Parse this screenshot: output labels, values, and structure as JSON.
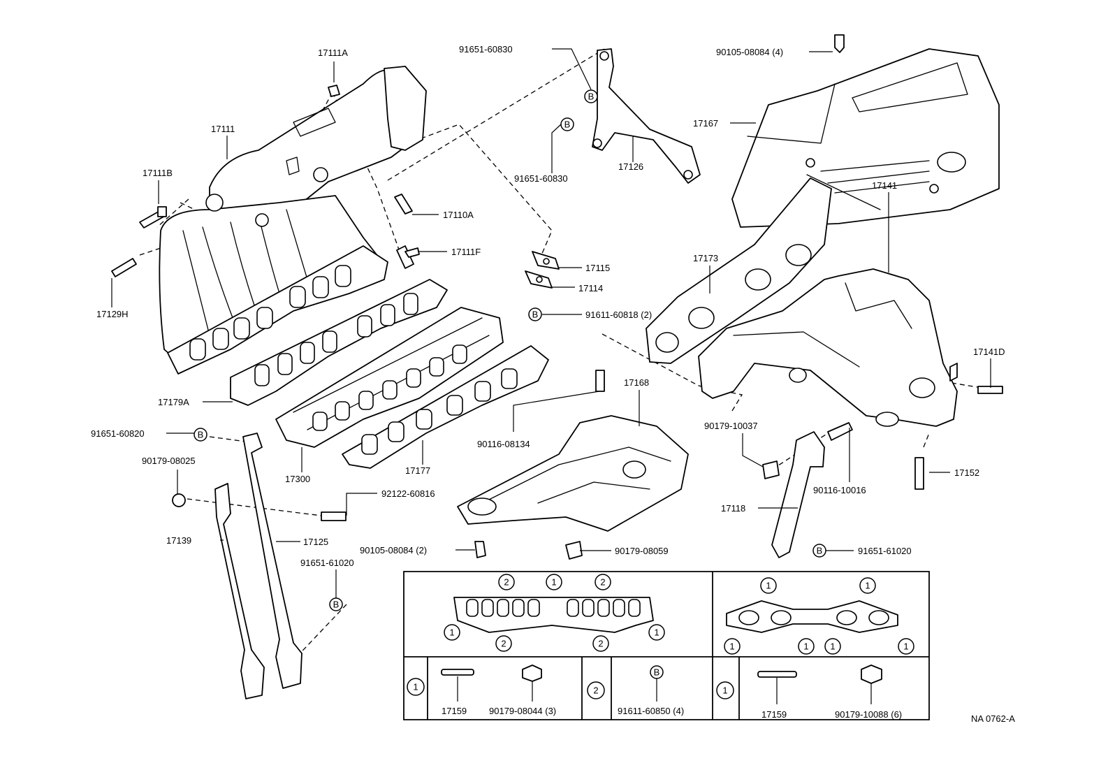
{
  "diagram_code": "NA 0762-A",
  "labels": {
    "p17111A": "17111A",
    "p17111": "17111",
    "p17111B": "17111B",
    "p17129H": "17129H",
    "p17110A": "17110A",
    "p17111F": "17111F",
    "p17179A": "17179A",
    "p17300": "17300",
    "p17177": "17177",
    "p91651_60830_top": "91651-60830",
    "p91651_60830_mid": "91651-60830",
    "p17126": "17126",
    "p17115": "17115",
    "p17114": "17114",
    "p91611_60818": "91611-60818 (2)",
    "p90105_08084_4": "90105-08084 (4)",
    "p17167": "17167",
    "p17173": "17173",
    "p17141": "17141",
    "p17141D": "17141D",
    "p17168": "17168",
    "p90116_08134": "90116-08134",
    "p90179_10037": "90179-10037",
    "p90116_10016": "90116-10016",
    "p17152": "17152",
    "p17118": "17118",
    "p91651_61020_right": "91651-61020",
    "p91651_60820": "91651-60820",
    "p90179_08025": "90179-08025",
    "p92122_60816": "92122-60816",
    "p17139": "17139",
    "p17125": "17125",
    "p91651_61020_left": "91651-61020",
    "p90105_08084_2": "90105-08084 (2)",
    "p90179_08059": "90179-08059"
  },
  "bolt_marker": "B",
  "legend": {
    "intake_gasket_callouts": [
      "2",
      "1",
      "2",
      "1",
      "1",
      "2",
      "2"
    ],
    "exhaust_gasket_callouts": [
      "1",
      "1",
      "1",
      "1",
      "1",
      "1"
    ],
    "group1_key": "1",
    "group1_stud": "17159",
    "group1_nut": "90179-08044 (3)",
    "group2_key": "2",
    "group2_bolt_marker": "B",
    "group2_bolt": "91611-60850 (4)",
    "group3_key": "1",
    "group3_stud": "17159",
    "group3_nut": "90179-10088 (6)"
  }
}
